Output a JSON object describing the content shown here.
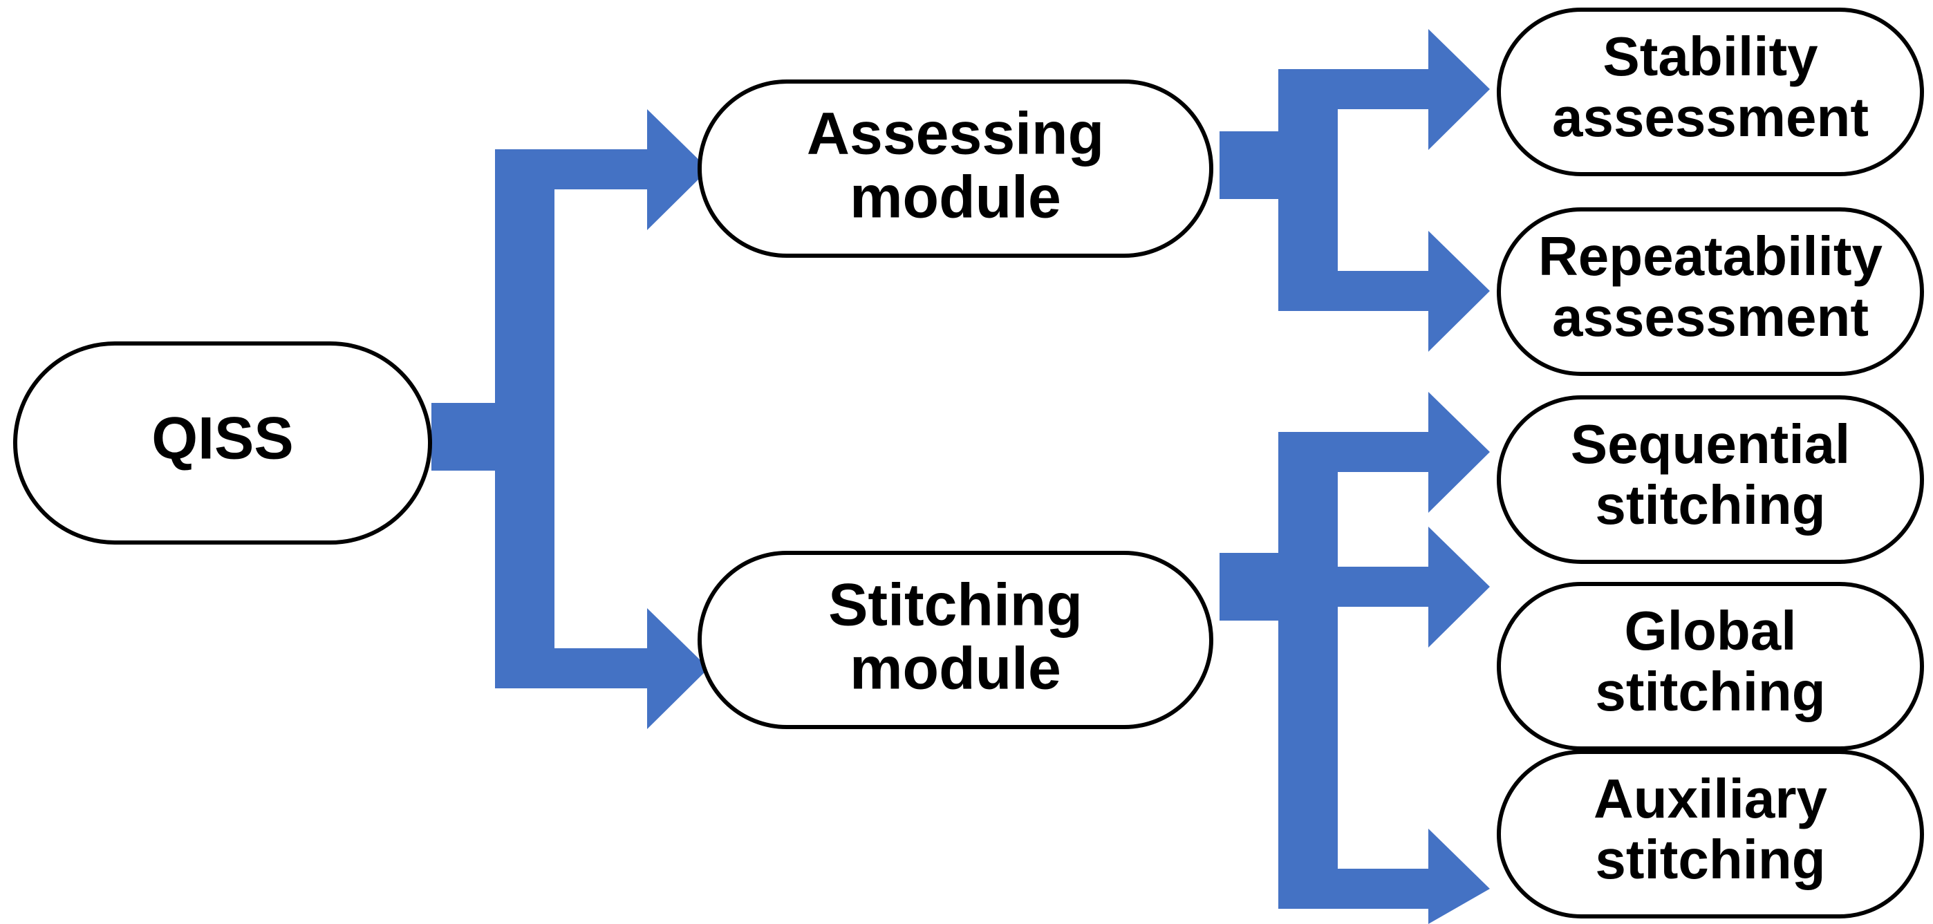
{
  "diagram": {
    "title": "QISS module hierarchy flow chart",
    "colors": {
      "connector": "#4472C4",
      "node_fill": "#ffffff",
      "node_stroke": "#000000",
      "text": "#000000",
      "background": "#ffffff"
    },
    "nodes": {
      "root": {
        "id": "qiss",
        "label": "QISS",
        "lines": [
          "QISS"
        ]
      },
      "level2": [
        {
          "id": "assessing-module",
          "label": "Assessing module",
          "lines": [
            "Assessing",
            "module"
          ]
        },
        {
          "id": "stitching-module",
          "label": "Stitching module",
          "lines": [
            "Stitching",
            "module"
          ]
        }
      ],
      "level3": [
        {
          "id": "stability-assessment",
          "parent": "assessing-module",
          "label": "Stability assessment",
          "lines": [
            "Stability",
            "assessment"
          ]
        },
        {
          "id": "repeatability-assessment",
          "parent": "assessing-module",
          "label": "Repeatability assessment",
          "lines": [
            "Repeatability",
            "assessment"
          ]
        },
        {
          "id": "sequential-stitching",
          "parent": "stitching-module",
          "label": "Sequential stitching",
          "lines": [
            "Sequential",
            "stitching"
          ]
        },
        {
          "id": "global-stitching",
          "parent": "stitching-module",
          "label": "Global stitching",
          "lines": [
            "Global",
            "stitching"
          ]
        },
        {
          "id": "auxiliary-stitching",
          "parent": "stitching-module",
          "label": "Auxiliary stitching",
          "lines": [
            "Auxiliary",
            "stitching"
          ]
        }
      ]
    },
    "connectors": [
      {
        "id": "qiss-to-modules",
        "from": "qiss",
        "to": [
          "assessing-module",
          "stitching-module"
        ],
        "branches": 2
      },
      {
        "id": "assessing-to-children",
        "from": "assessing-module",
        "to": [
          "stability-assessment",
          "repeatability-assessment"
        ],
        "branches": 2
      },
      {
        "id": "stitching-to-children",
        "from": "stitching-module",
        "to": [
          "sequential-stitching",
          "global-stitching",
          "auxiliary-stitching"
        ],
        "branches": 3
      }
    ]
  }
}
